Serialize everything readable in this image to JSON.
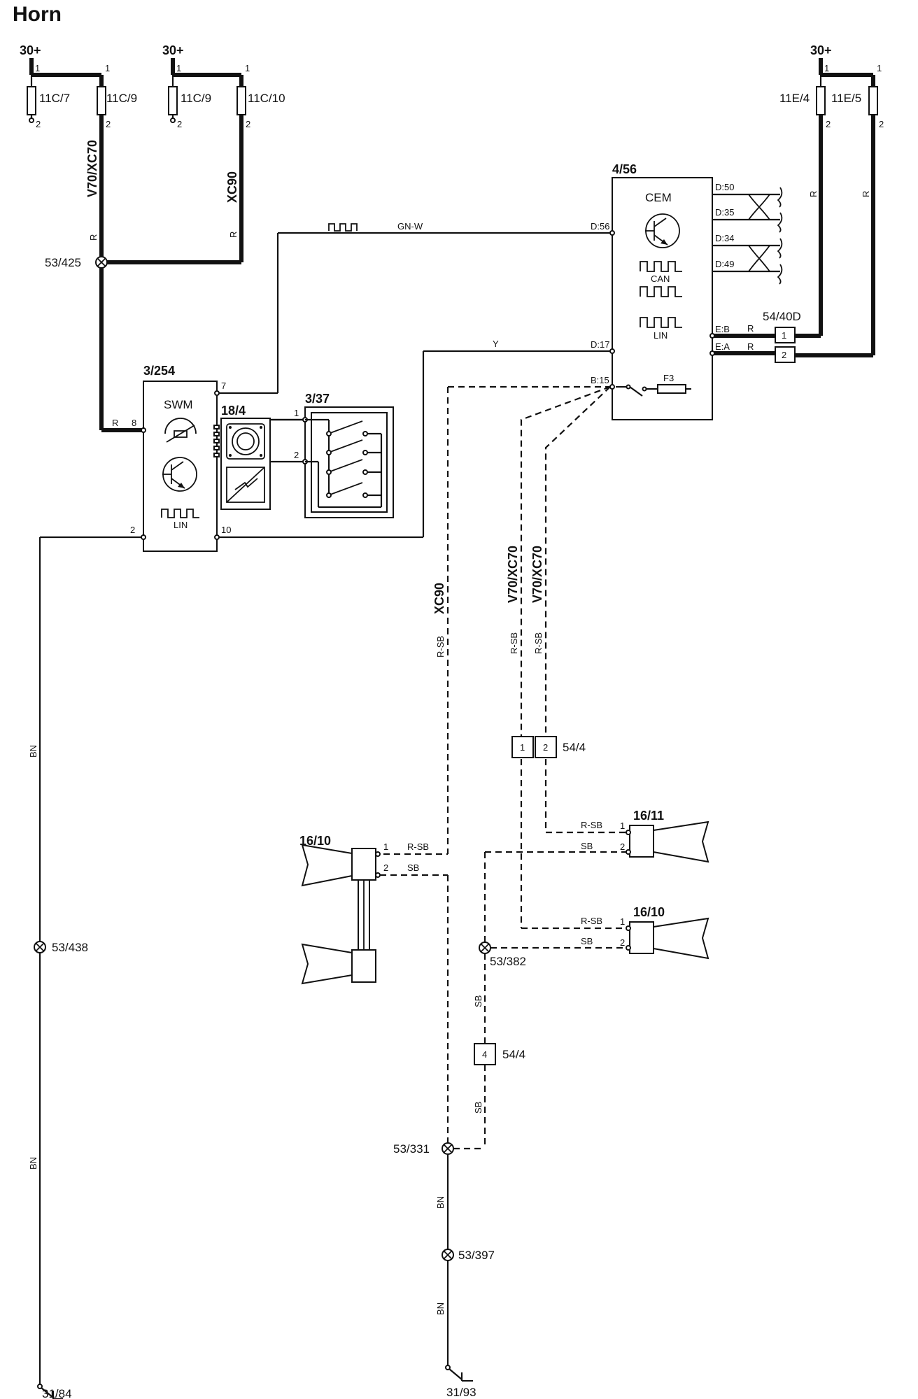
{
  "title": "Horn",
  "supply": {
    "left": "30+",
    "mid": "30+",
    "right": "30+"
  },
  "fuses": {
    "f11c7": "11C/7",
    "f11c9a": "11C/9",
    "f11c9b": "11C/9",
    "f11c10": "11C/10",
    "f11e4": "11E/4",
    "f11e5": "11E/5"
  },
  "pins": {
    "p1": "1",
    "p2": "2",
    "p4": "4",
    "p7": "7",
    "p8": "8",
    "p10": "10"
  },
  "modules": {
    "cem": {
      "id": "4/56",
      "name": "CEM",
      "can": "CAN",
      "lin": "LIN",
      "fuse": "F3",
      "pins": {
        "d50": "D:50",
        "d35": "D:35",
        "d34": "D:34",
        "d49": "D:49",
        "d56": "D:56",
        "d17": "D:17",
        "b15": "B:15",
        "eb": "E:B",
        "ea": "E:A"
      }
    },
    "swm": {
      "id": "3/254",
      "name": "SWM",
      "lin": "LIN"
    },
    "clock_spring": {
      "id": "18/4"
    },
    "horn_switch": {
      "id": "3/37"
    }
  },
  "connectors": {
    "c5440d": "54/40D",
    "c544a": "54/4",
    "c544b": "54/4"
  },
  "splices": {
    "s53_425": "53/425",
    "s53_438": "53/438",
    "s53_382": "53/382",
    "s53_331": "53/331",
    "s53_397": "53/397"
  },
  "grounds": {
    "g31_84": "31/84",
    "g31_93": "31/93"
  },
  "horns": {
    "h16_10_left": "16/10",
    "h16_11": "16/11",
    "h16_10_right": "16/10"
  },
  "wires": {
    "r": "R",
    "gnw": "GN-W",
    "y": "Y",
    "bn": "BN",
    "rsb": "R-SB",
    "sb": "SB"
  },
  "variants": {
    "v70xc70": "V70/XC70",
    "xc90": "XC90"
  }
}
